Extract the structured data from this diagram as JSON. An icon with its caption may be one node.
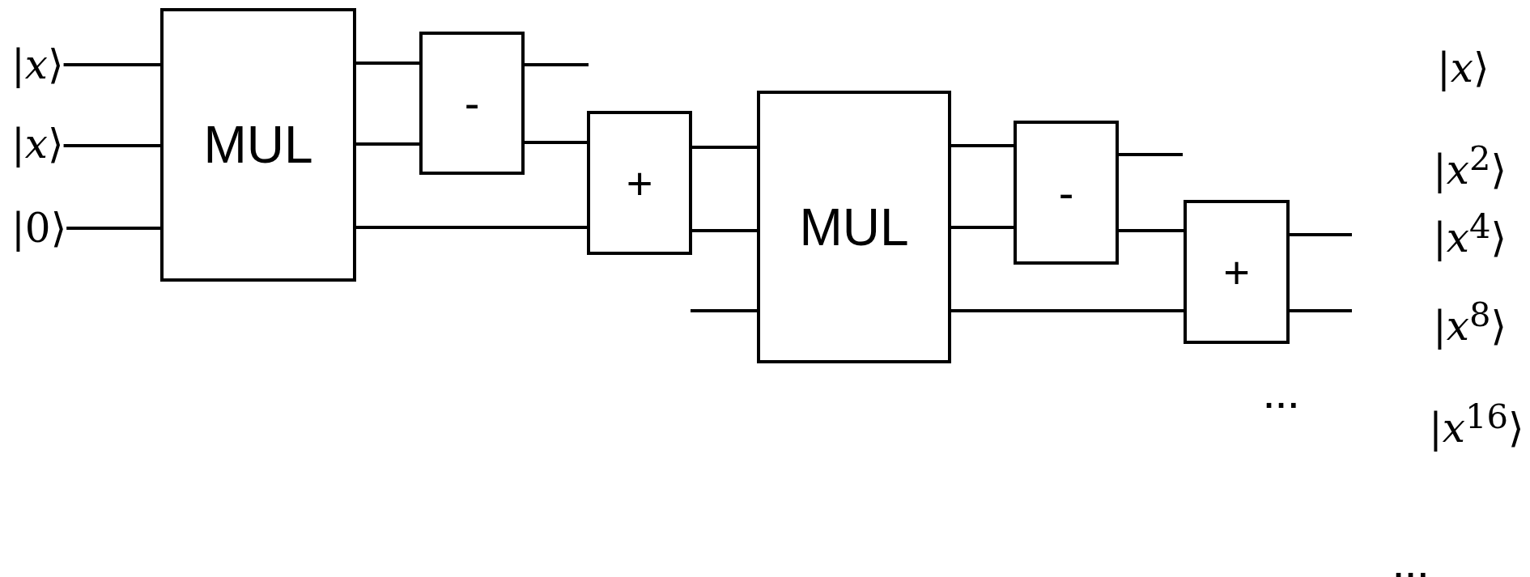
{
  "diagram": {
    "nodes": [
      {
        "text": [
          "|*x*⟩"
        ]
      },
      {
        "text": [
          "|*x*⟩"
        ]
      },
      {
        "text": [
          "|0⟩"
        ]
      },
      {
        "text": [
          "MUL"
        ]
      },
      {
        "text": [
          "-"
        ]
      },
      {
        "text": [
          "+"
        ]
      },
      {
        "text": [
          "MUL"
        ]
      },
      {
        "text": [
          "-"
        ]
      },
      {
        "text": [
          "+"
        ]
      }
    ],
    "edges": [
      {
        "from": 0,
        "to": 3,
        "arrow": "none"
      },
      {
        "from": 1,
        "to": 3,
        "arrow": "none"
      },
      {
        "from": 2,
        "to": 3,
        "arrow": "none"
      },
      {
        "from": 3,
        "to": 4,
        "arrow": "none"
      },
      {
        "from": 3,
        "to": 4,
        "arrow": "none"
      },
      {
        "from": 4,
        "to": null,
        "arrow": "none"
      },
      {
        "from": 4,
        "to": 5,
        "arrow": "none"
      },
      {
        "from": 3,
        "to": 5,
        "arrow": "none"
      },
      {
        "from": 5,
        "to": 6,
        "arrow": "none"
      },
      {
        "from": 5,
        "to": 6,
        "arrow": "none"
      },
      {
        "from": null,
        "to": 6,
        "arrow": "none"
      },
      {
        "from": 6,
        "to": 7,
        "arrow": "none"
      },
      {
        "from": 6,
        "to": 7,
        "arrow": "none"
      },
      {
        "from": 7,
        "to": null,
        "arrow": "none"
      },
      {
        "from": 7,
        "to": 8,
        "arrow": "none"
      },
      {
        "from": 6,
        "to": 8,
        "arrow": "none"
      },
      {
        "from": 8,
        "to": null,
        "arrow": "none"
      },
      {
        "from": 8,
        "to": null,
        "arrow": "none"
      }
    ],
    "labels": [
      "|*x*⟩",
      "|*x*$^{2}$⟩",
      "|*x*$^{4}$⟩",
      "|*x*$^{8}$⟩",
      "...",
      "|*x*$^{16}$⟩",
      "..."
    ]
  }
}
